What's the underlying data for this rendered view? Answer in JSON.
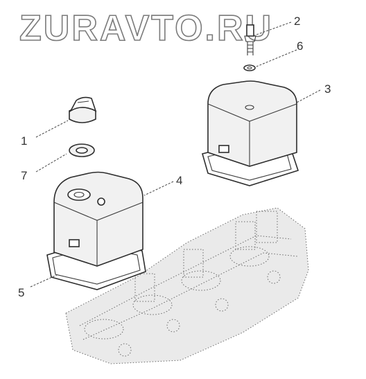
{
  "watermark": {
    "text": "ZURAVTO.RU"
  },
  "callouts": [
    "1",
    "2",
    "3",
    "4",
    "5",
    "6",
    "7"
  ],
  "colors": {
    "line": "#2d2d2d",
    "fill": "#f1f1f1",
    "watermark_outline": "#7a7a7a"
  }
}
